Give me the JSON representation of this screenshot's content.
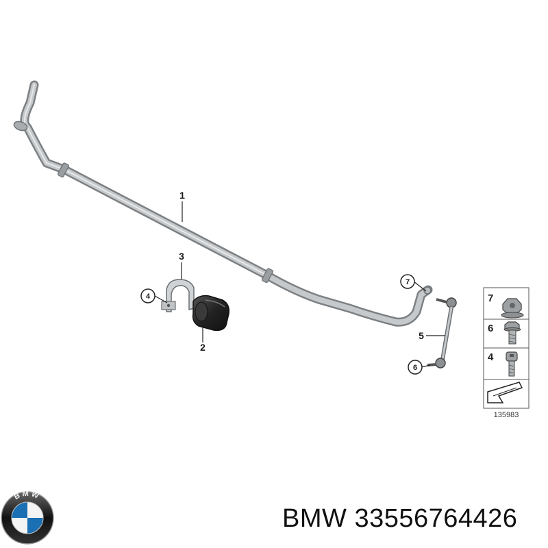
{
  "callouts": {
    "c1": "1",
    "c2": "2",
    "c3": "3",
    "c4": "4",
    "c5": "5",
    "c6": "6",
    "c7": "7"
  },
  "legend": {
    "item_7": "7",
    "item_6": "6",
    "item_4": "4"
  },
  "reference_number": "135983",
  "brand_label": "BMW",
  "part_number": "33556764426",
  "logo_text": "BMW"
}
